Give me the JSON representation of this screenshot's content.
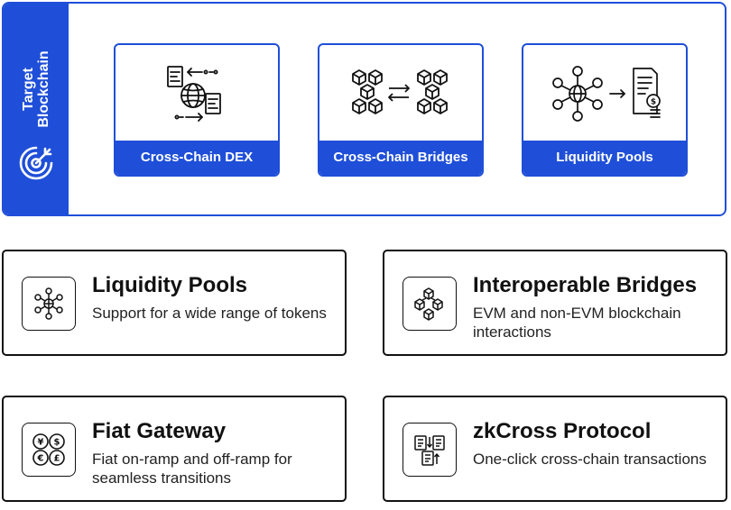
{
  "target": {
    "label_line1": "Target",
    "label_line2": "Blockchain",
    "icon": "target-icon",
    "accent_color": "#1f4fd8"
  },
  "cards": [
    {
      "label": "Cross-Chain DEX",
      "icon": "globe-exchange-icon"
    },
    {
      "label": "Cross-Chain Bridges",
      "icon": "blocks-bridge-icon"
    },
    {
      "label": "Liquidity Pools",
      "icon": "network-to-document-icon"
    }
  ],
  "features": [
    {
      "title": "Liquidity Pools",
      "description": "Support for a wide range of tokens",
      "icon": "network-hub-icon"
    },
    {
      "title": "Interoperable Bridges",
      "description": "EVM and non-EVM blockchain interactions",
      "icon": "cubes-icon"
    },
    {
      "title": "Fiat Gateway",
      "description": "Fiat on-ramp and off-ramp for seamless transitions",
      "icon": "currency-icon"
    },
    {
      "title": "zkCross Protocol",
      "description": "One-click cross-chain transactions",
      "icon": "document-swap-icon"
    }
  ]
}
